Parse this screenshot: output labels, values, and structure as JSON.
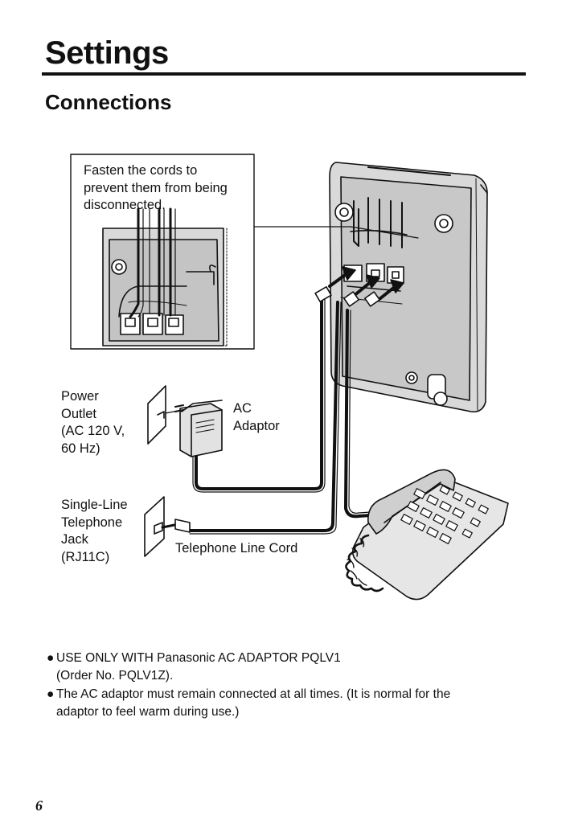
{
  "header": {
    "title": "Settings",
    "section": "Connections"
  },
  "figure": {
    "callout": {
      "line1": "Fasten the cords to",
      "line2": "prevent them from being",
      "line3": "disconnected."
    },
    "power_outlet": {
      "line1": "Power",
      "line2": "Outlet",
      "line3": "(AC 120 V,",
      "line4": "60 Hz)"
    },
    "ac_adaptor": {
      "line1": "AC",
      "line2": "Adaptor"
    },
    "jack": {
      "line1": "Single-Line",
      "line2": "Telephone",
      "line3": "Jack",
      "line4": "(RJ11C)"
    },
    "cord_label": "Telephone Line Cord"
  },
  "notes": [
    {
      "bullet": "●",
      "line1": "USE ONLY WITH Panasonic AC ADAPTOR PQLV1",
      "line2": "(Order No. PQLV1Z)."
    },
    {
      "bullet": "●",
      "line1": "The AC adaptor must remain connected at all times. (It is normal for the",
      "line2": "adaptor to feel warm during use.)"
    }
  ],
  "footer": {
    "page_number": "6"
  },
  "icons": [
    "telephone-base-icon",
    "telephone-icon",
    "ac-adaptor-icon",
    "wall-outlet-icon",
    "wall-jack-icon",
    "arrow-icon"
  ]
}
